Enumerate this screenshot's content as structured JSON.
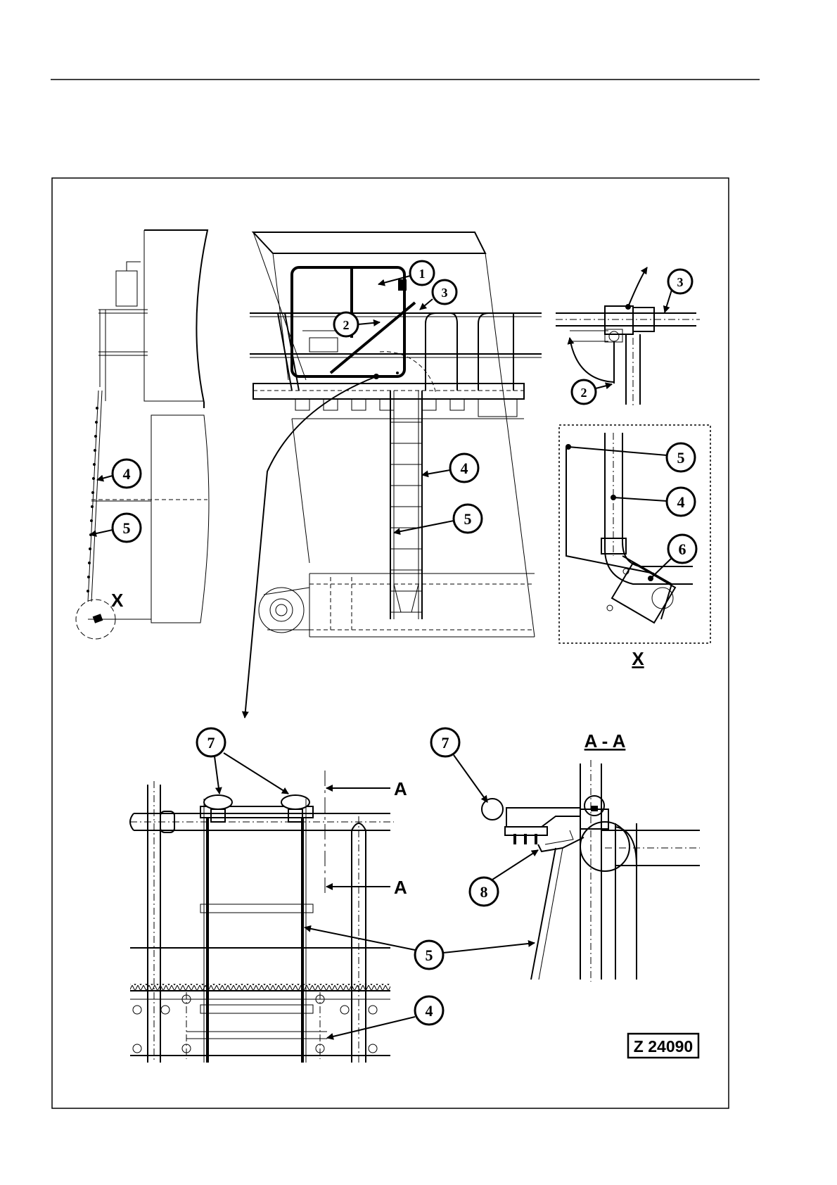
{
  "figure": {
    "drawing_code": "Z 24090",
    "view_x_label": "X",
    "detail_x_label": "X",
    "section_title": "A - A",
    "section_marker_top": "A",
    "section_marker_bottom": "A"
  },
  "callouts": {
    "side_view": [
      "4",
      "5"
    ],
    "front_view": [
      "1",
      "2",
      "3",
      "4",
      "5"
    ],
    "detail_top": [
      "3",
      "2"
    ],
    "detail_x": [
      "5",
      "4",
      "6"
    ],
    "bottom_left": [
      "7",
      "5",
      "4"
    ],
    "section_aa": [
      "7",
      "8"
    ]
  }
}
